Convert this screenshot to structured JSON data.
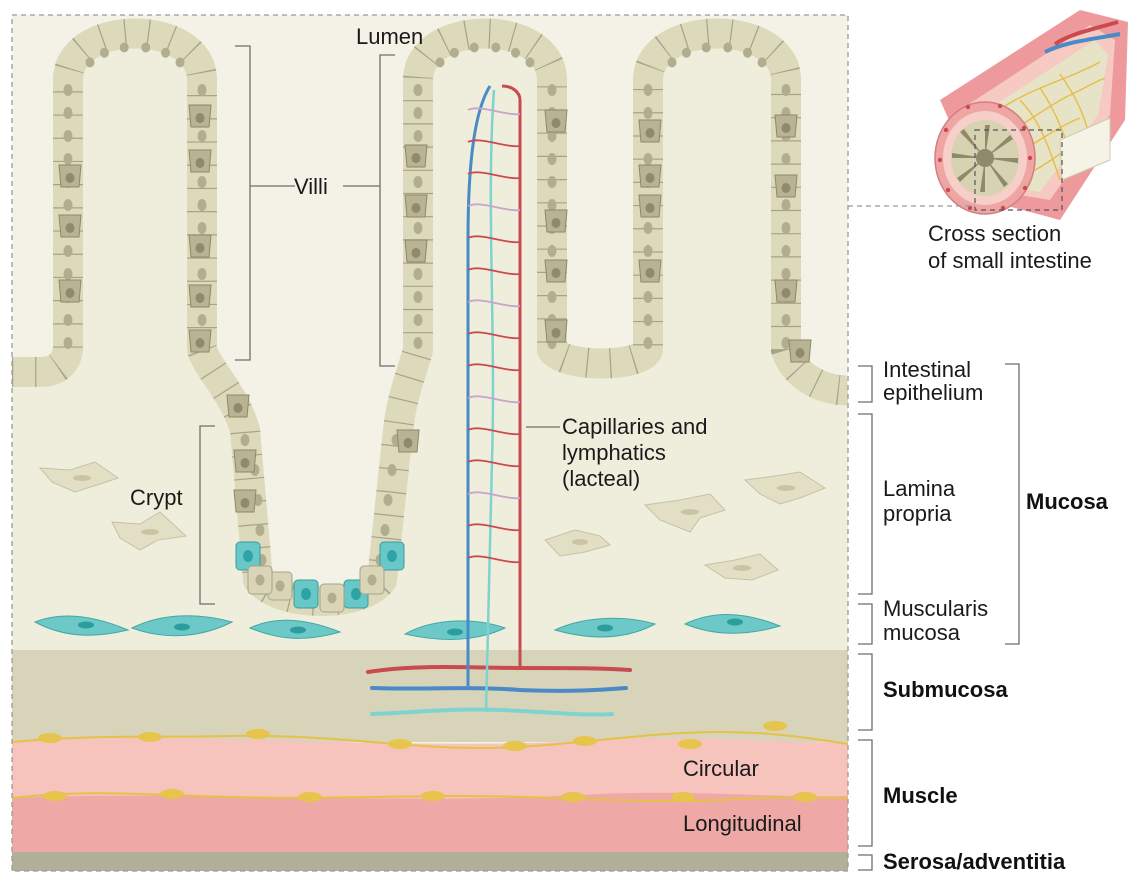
{
  "labels": {
    "lumen": "Lumen",
    "villi": "Villi",
    "crypt": "Crypt",
    "capillaries": [
      "Capillaries and",
      "lymphatics",
      "(lacteal)"
    ],
    "cross_section": [
      "Cross section",
      "of small intestine"
    ],
    "intestinal_epithelium": [
      "Intestinal",
      "epithelium"
    ],
    "lamina_propria": [
      "Lamina",
      "propria"
    ],
    "muscularis_mucosa": [
      "Muscularis",
      "mucosa"
    ],
    "mucosa": "Mucosa",
    "submucosa": "Submucosa",
    "circular": "Circular",
    "longitudinal": "Longitudinal",
    "muscle": "Muscle",
    "serosa": "Serosa/adventitia"
  },
  "colors": {
    "lumen_bg": "#f4f2e6",
    "lamina_propria": "#efeddc",
    "epithelial_cell": "#e5e2c8",
    "goblet_cell": "#b8b393",
    "stem_cell": "#68c8c8",
    "submucosa": "#d7d4b9",
    "circular_muscle": "#f6c3bd",
    "longitudinal_muscle": "#eea9a6",
    "serosa": "#b2b09a",
    "artery": "#c94a4f",
    "vein": "#4a8ac6",
    "lacteal": "#7fd3cf",
    "nerve": "#e5c148"
  }
}
